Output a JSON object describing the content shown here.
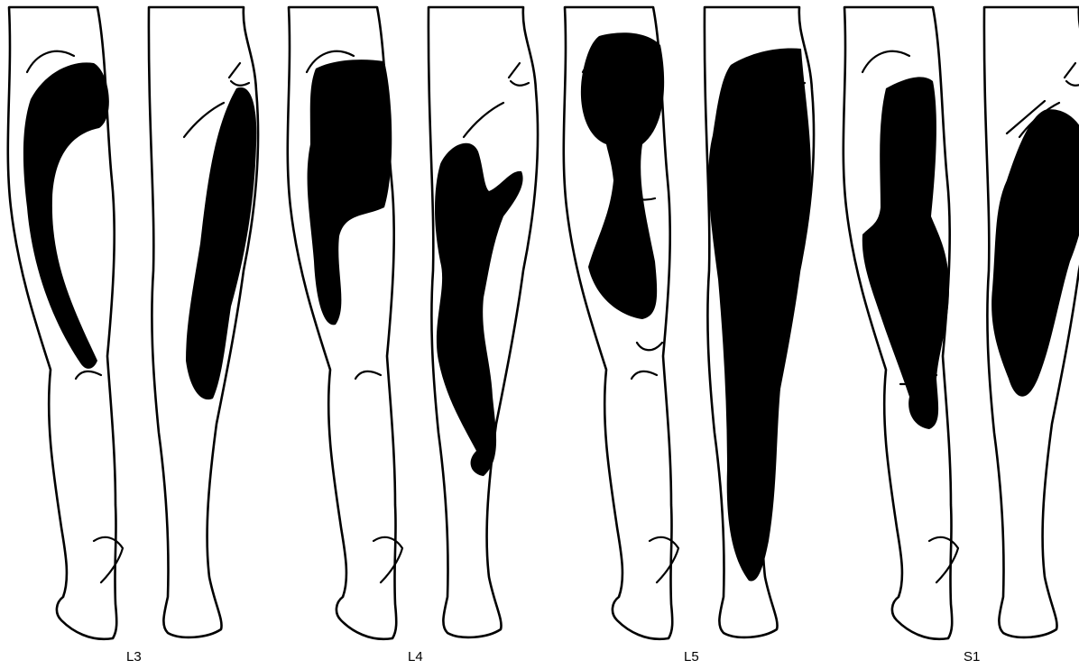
{
  "panels": [
    {
      "label": "L3"
    },
    {
      "label": "L4"
    },
    {
      "label": "L5"
    },
    {
      "label": "S1"
    }
  ]
}
